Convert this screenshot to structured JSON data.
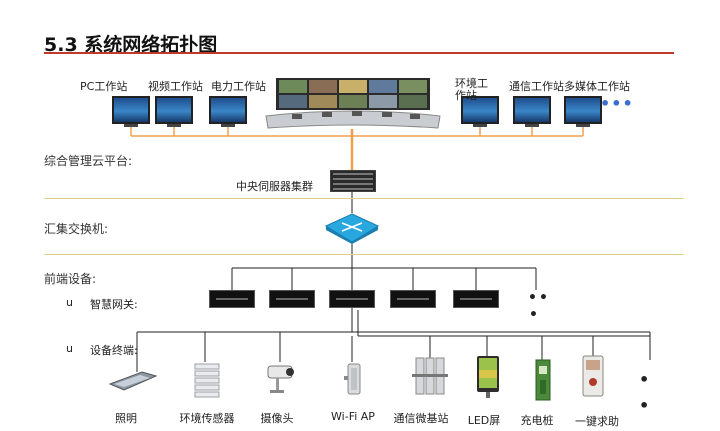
{
  "title": "5.3 系统网络拓扑图",
  "workstations_left": [
    "PC工作站",
    "视频工作站",
    "电力工作站"
  ],
  "workstations_right": [
    "环境工作站",
    "通信工作站",
    "多媒体工作站"
  ],
  "more_dots_blue": "•••",
  "sections": {
    "cloud": "综合管理云平台:",
    "server": "中央伺服器集群",
    "switch": "汇集交换机:",
    "front": "前端设备:"
  },
  "bullets": {
    "marker": "u",
    "gateway": "智慧网关:",
    "terminal": "设备终端:"
  },
  "gateway_more": "••",
  "devices": [
    "照明",
    "环境传感器",
    "摄像头",
    "Wi-Fi AP",
    "通信微基站",
    "LED屏",
    "充电桩",
    "一键求助"
  ],
  "colors": {
    "orange_line": "#f0a04b",
    "title_rule": "#c0392b",
    "divider": "#e0cf86",
    "switch_blue": "#29a8e0"
  }
}
